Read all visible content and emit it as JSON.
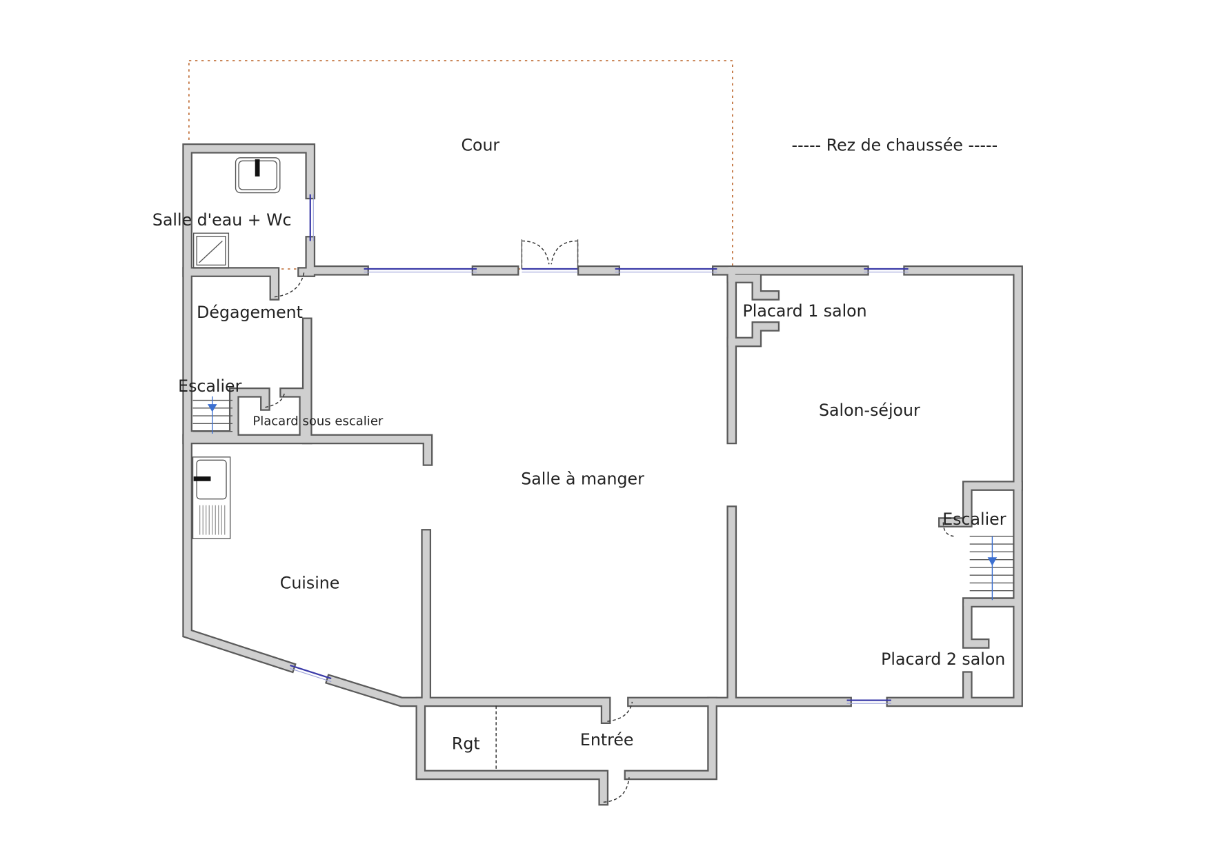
{
  "title": "----- Rez de chaussée -----",
  "rooms": {
    "cour": "Cour",
    "salle_eau": "Salle d'eau + Wc",
    "degagement": "Dégagement",
    "escalier_1": "Escalier",
    "placard_sous_escalier": "Placard sous escalier",
    "placard_1_salon": "Placard 1 salon",
    "salon_sejour": "Salon-séjour",
    "salle_a_manger": "Salle à manger",
    "escalier_2": "Escalier",
    "cuisine": "Cuisine",
    "placard_2_salon": "Placard 2 salon",
    "rgt": "Rgt",
    "entree": "Entrée"
  },
  "colors": {
    "wall": "#cfcfcf",
    "wall_edge": "#5a5a5a",
    "window": "#3a3aa8",
    "courtyard": "#c0703a",
    "stair_arrow": "#3b6fd0"
  }
}
